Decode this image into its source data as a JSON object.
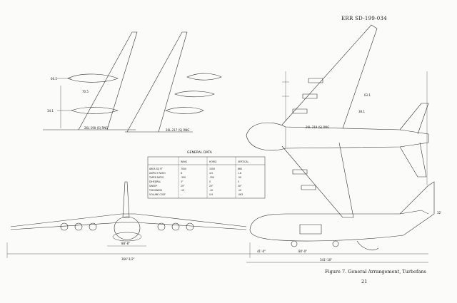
{
  "document": {
    "ref_number": "ERR SD-199-034",
    "caption": "Figure 7.   General Arrangement, Turbofans",
    "page_number": "21"
  },
  "side_views": {
    "label_left": "26L-190 (S) RNG",
    "label_mid": "26L-217 (S) RNG",
    "label_right": "26L-219 (S) RNG"
  },
  "general_data": {
    "title": "GENERAL DATA",
    "columns": [
      "",
      "WING",
      "HORIZ.",
      "VERTICAL"
    ],
    "rows": [
      [
        "AREA  SQ FT",
        "7000",
        "1500",
        "860"
      ],
      [
        "ASPECT RATIO",
        "8",
        "4.5",
        "1.8"
      ],
      [
        "TAPER RATIO",
        ".350",
        ".350",
        ".50"
      ],
      [
        "DIHEDRAL",
        "3°",
        "0",
        "0"
      ],
      [
        "SWEEP",
        "25°",
        "25°",
        "30°"
      ],
      [
        "THICKNESS",
        ".12",
        ".10",
        ".10"
      ],
      [
        "VOLUME COEF",
        "-",
        "0.9",
        ".063"
      ]
    ]
  }
}
